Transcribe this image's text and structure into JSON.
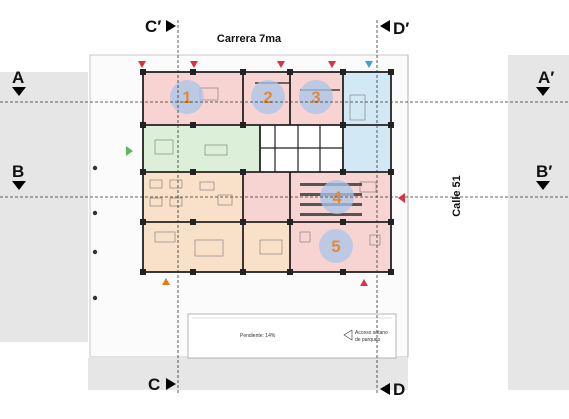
{
  "section_marks": {
    "c_prime": "C′",
    "d_prime": "D′",
    "c": "C",
    "d": "D",
    "a": "A",
    "a_prime": "A′",
    "b": "B",
    "b_prime": "B′"
  },
  "streets": {
    "top": "Carrera 7ma",
    "right": "Calle 51"
  },
  "zones": [
    "1",
    "2",
    "3",
    "4",
    "5"
  ],
  "notes": {
    "pendiente": "Pendiente: 14%",
    "acceso_line1": "Acceso sótano",
    "acceso_line2": "de parqueo"
  },
  "colors": {
    "red_zone": "#f7d4d2",
    "green_zone": "#dcefd8",
    "blue_zone": "#d3e8f5",
    "orange_zone": "#f9e0c8",
    "zone_number": "#e08a3c",
    "marker_red": "#d9333f",
    "marker_green": "#5bb85b",
    "marker_blue": "#3aa0d8",
    "marker_orange": "#e07a20"
  }
}
